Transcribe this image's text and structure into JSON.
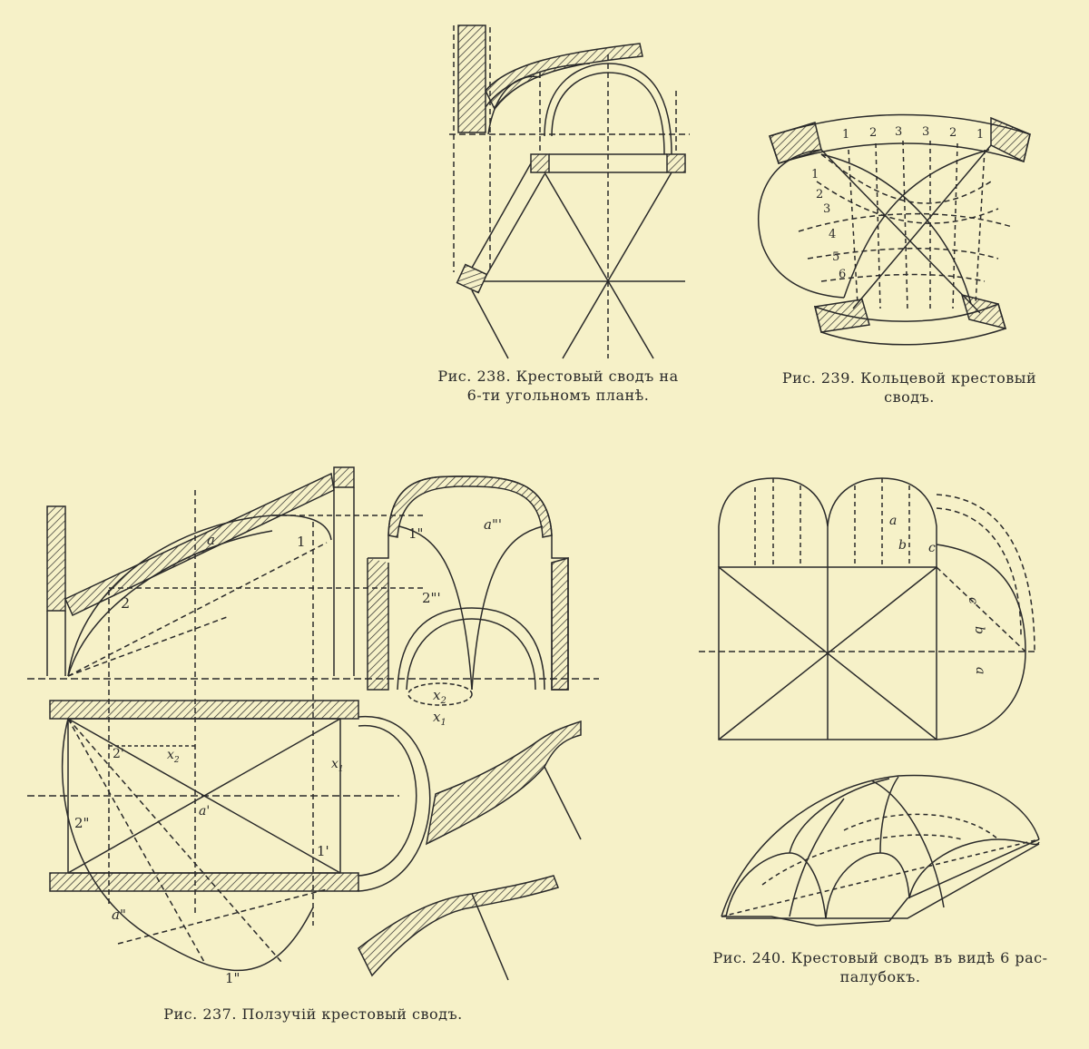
{
  "figures": {
    "fig238": {
      "caption_line1": "Рис. 238. Крестовый сводъ на",
      "caption_line2": "6-ти угольномъ планѣ."
    },
    "fig239": {
      "caption_line1": "Рис.  239.  Кольцевой  крестовый",
      "caption_line2": "сводъ.",
      "col_numbers": [
        "1",
        "2",
        "3",
        "3",
        "2",
        "1"
      ],
      "row_numbers": [
        "1",
        "2",
        "3",
        "4",
        "5",
        "6"
      ]
    },
    "fig240": {
      "caption_line1": "Рис. 240. Крестовый сводъ въ видѣ 6 рас-",
      "caption_line2": "палубокъ.",
      "labels": {
        "a": "a",
        "b": "b",
        "c": "c",
        "c2": "c",
        "b2": "b",
        "a2": "a"
      }
    },
    "fig237": {
      "caption": "Рис.  237.  Ползучій  крестовый  сводъ.",
      "labels": {
        "a": "a",
        "one": "1",
        "two": "2",
        "one_pp": "1\"",
        "a_ppp": "a\"'",
        "two_ppp": "2\"'",
        "x2": "x",
        "x2_sub": "2",
        "x1": "x",
        "x1_sub": "1",
        "two_p": "2'",
        "x2b": "x",
        "x2b_sub": "2",
        "x1b": "x",
        "x1b_sub": "1",
        "a_p": "a'",
        "two_pp": "2\"",
        "one_p": "1'",
        "a_pp": "a\"",
        "one_pp2": "1\""
      }
    }
  }
}
